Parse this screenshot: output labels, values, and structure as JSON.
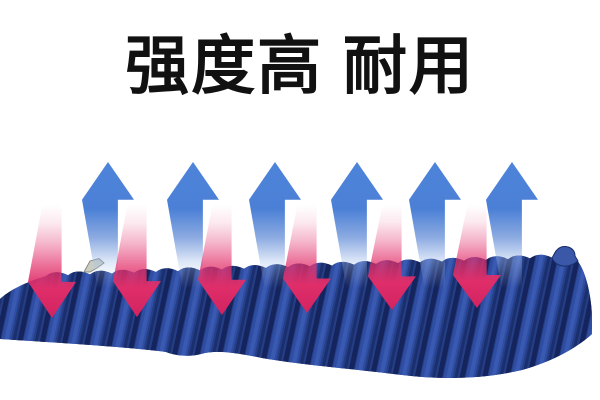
{
  "headline": {
    "text": "强度高 耐用",
    "color": "#111111"
  },
  "graphic": {
    "up_arrows": {
      "icon": "up-arrow-icon",
      "direction": "up",
      "count": 6,
      "color": "#4b80d6",
      "style": "fades to white toward bottom"
    },
    "down_arrows": {
      "icon": "down-arrow-icon",
      "direction": "down",
      "count": 6,
      "color": "#df2e6a",
      "style": "fades in from white at top, solid at arrowhead"
    },
    "mattress": {
      "name": "air-mattress",
      "type": "striped inflatable tube air bed",
      "base_color": "#243f86",
      "highlight_color": "#2e4da3",
      "shadow_color": "#15245d"
    }
  },
  "background_color": "#ffffff"
}
